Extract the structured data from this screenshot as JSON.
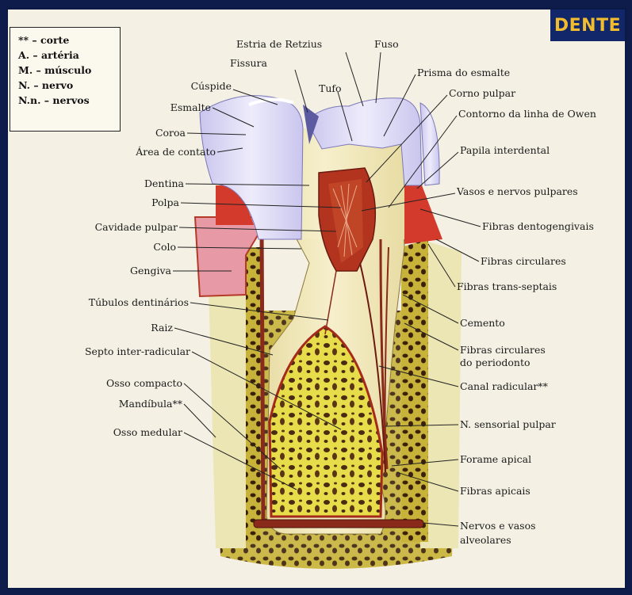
{
  "title": "DENTE",
  "legend": [
    "** – corte",
    "A. – artéria",
    "M. – músculo",
    "N. – nervo",
    "N.n. – nervos"
  ],
  "labels_left": {
    "cuspide": "Cúspide",
    "esmalte": "Esmalte",
    "coroa": "Coroa",
    "area_contato": "Área de contato",
    "dentina": "Dentina",
    "polpa": "Polpa",
    "cavidade_pulpar": "Cavidade pulpar",
    "colo": "Colo",
    "gengiva": "Gengiva",
    "tubulos": "Túbulos dentinários",
    "raiz": "Raiz",
    "septo": "Septo inter-radicular",
    "osso_compacto": "Osso compacto",
    "mandibula": "Mandíbula**",
    "osso_medular": "Osso medular"
  },
  "labels_top": {
    "estria": "Estria de Retzius",
    "fuso": "Fuso",
    "fissura": "Fissura",
    "tufo": "Tufo"
  },
  "labels_right": {
    "prisma": "Prisma do esmalte",
    "corno": "Corno pulpar",
    "contorno": "Contorno da linha de Owen",
    "papila": "Papila interdental",
    "vasos_pulpares": "Vasos e nervos pulpares",
    "fibras_dento": "Fibras dentogengivais",
    "fibras_circ": "Fibras circulares",
    "fibras_trans": "Fibras trans-septais",
    "cemento": "Cemento",
    "fibras_periodonto_1": "Fibras circulares",
    "fibras_periodonto_2": "do periodonto",
    "canal": "Canal radicular**",
    "n_sensorial": "N. sensorial pulpar",
    "forame": "Forame apical",
    "fibras_apicais": "Fibras apicais",
    "nervos_alv_1": "Nervos e vasos",
    "nervos_alv_2": "alveolares"
  },
  "colors": {
    "enamel": "#d9d6f2",
    "dentin": "#efe6b6",
    "pulp": "#b2341f",
    "gingiva": "#e79aa6",
    "bone": "#f0e84a",
    "marrow": "#4a2a12",
    "frame": "#0d1c4a",
    "title": "#f1bd2e"
  }
}
